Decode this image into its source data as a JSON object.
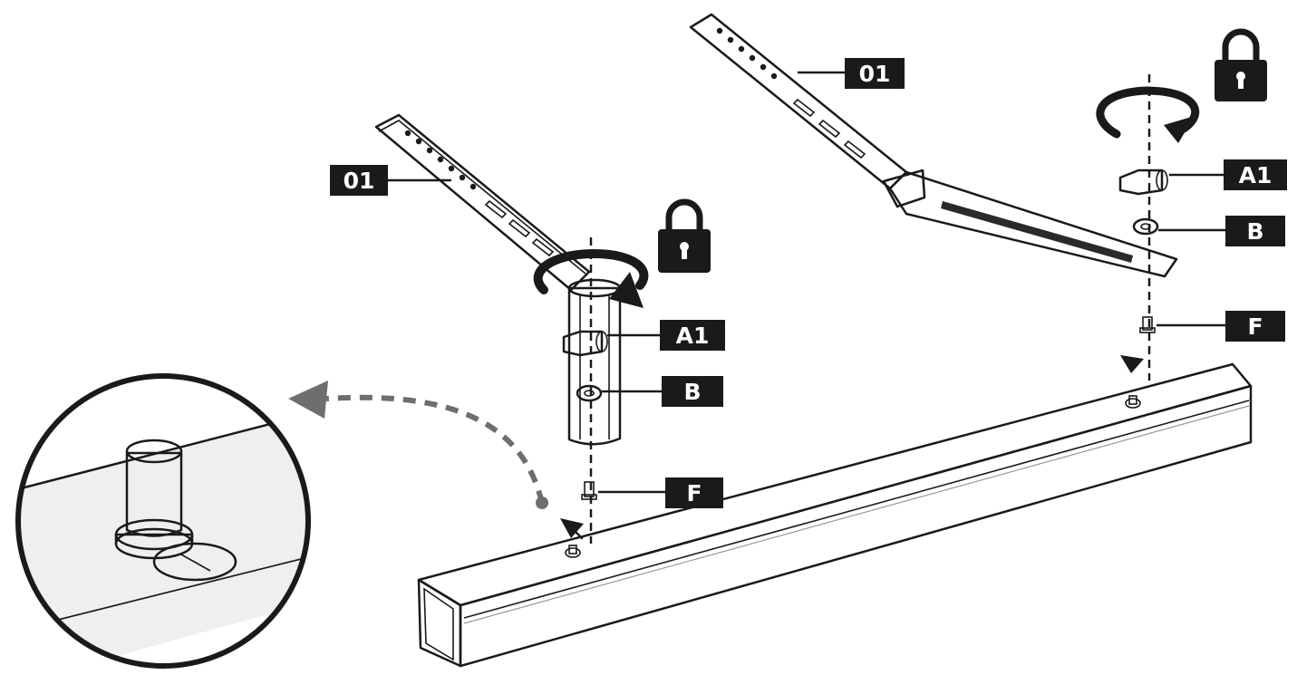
{
  "labels": {
    "bracket": "01",
    "knob": "A1",
    "washer": "B",
    "bolt": "F"
  },
  "icons": {
    "lock": "lock-icon",
    "rotate": "rotate-arrow-icon",
    "insert": "insert-arrow-icon",
    "zoom": "zoom-arrow-icon"
  },
  "colors": {
    "ink": "#1a1a1a",
    "surface": "#e6e6e6",
    "shade": "#c4c4c4",
    "arrow": "#6e6e6e"
  }
}
